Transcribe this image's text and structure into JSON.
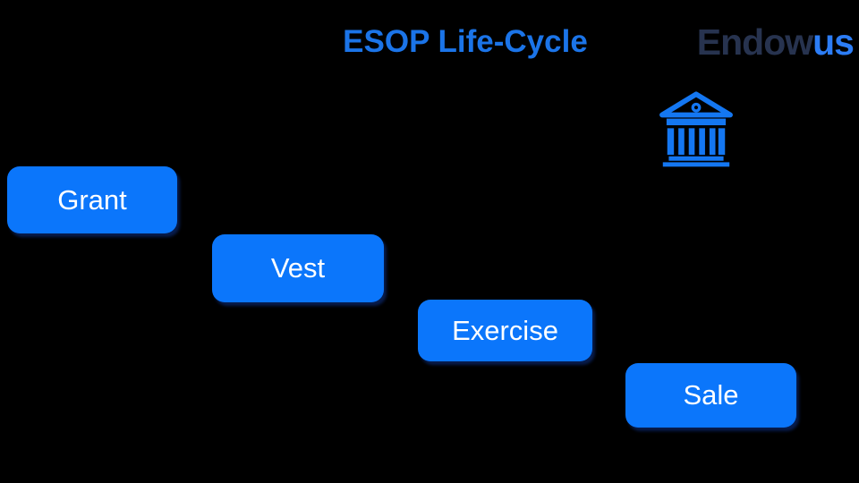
{
  "title": "ESOP Life-Cycle",
  "logo": {
    "text_dark": "Endow",
    "text_accent": "us"
  },
  "icons": {
    "bank": "classical-bank-building"
  },
  "steps": [
    {
      "label": "Grant"
    },
    {
      "label": "Vest"
    },
    {
      "label": "Exercise"
    },
    {
      "label": "Sale"
    }
  ],
  "colors": {
    "background": "#000000",
    "title_blue": "#1B74E8",
    "button_blue": "#0B76FB",
    "button_text": "#FFFFFF",
    "logo_dark": "#27334F",
    "logo_accent": "#2C7DF6",
    "icon_blue": "#1477F2"
  }
}
